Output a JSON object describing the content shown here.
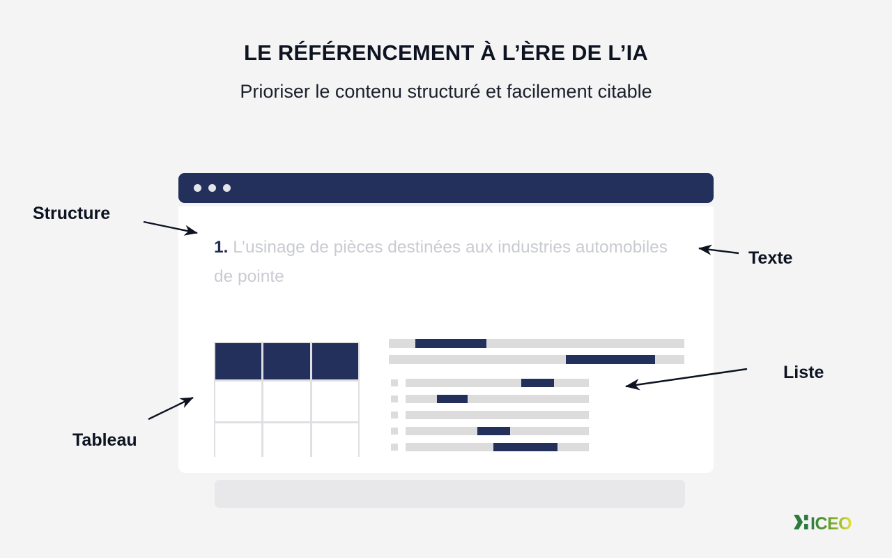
{
  "page": {
    "background_color": "#f4f4f4",
    "title": "LE RÉFÉRENCEMENT À L’ÈRE DE L’IA",
    "subtitle": "Prioriser le contenu structuré et facilement citable"
  },
  "colors": {
    "navy": "#23305c",
    "text_dark": "#0d1321",
    "placeholder_gray": "#c9cbd2",
    "bar_gray": "#dcdcdc",
    "footer_gray": "#e8e8ea",
    "logo_green_dark": "#2c7a3e",
    "logo_green_mid": "#7fae29",
    "logo_yellow": "#e8e03a"
  },
  "mockup": {
    "titlebar": {
      "dots": [
        "window-dot-1",
        "window-dot-2",
        "window-dot-3"
      ],
      "dot_color": "#e3e5ea"
    },
    "document": {
      "heading_number": "1.",
      "heading_text": "L’usinage de pièces destinées aux industries automobiles de pointe",
      "table": {
        "columns": 3,
        "rows": 3,
        "header_row_filled": true
      },
      "paragraph_bars": [
        {
          "highlight_start_pct": 9,
          "highlight_width_pct": 24
        },
        {
          "highlight_start_pct": 60,
          "highlight_width_pct": 30
        }
      ],
      "list_items": [
        {
          "bullet": true,
          "highlight_start_pct": 63,
          "highlight_width_pct": 18
        },
        {
          "bullet": true,
          "highlight_start_pct": 17,
          "highlight_width_pct": 17
        },
        {
          "bullet": true,
          "highlight_start_pct": 0,
          "highlight_width_pct": 0
        },
        {
          "bullet": true,
          "highlight_start_pct": 39,
          "highlight_width_pct": 18
        },
        {
          "bullet": true,
          "highlight_start_pct": 48,
          "highlight_width_pct": 35
        }
      ],
      "footer_block": true
    }
  },
  "annotations": [
    {
      "label": "Structure",
      "points_to": "document-heading"
    },
    {
      "label": "Texte",
      "points_to": "document-text"
    },
    {
      "label": "Liste",
      "points_to": "document-list"
    },
    {
      "label": "Tableau",
      "points_to": "document-table"
    }
  ],
  "logo": {
    "text": "ICEO",
    "mark": "chevron-bar-mark"
  }
}
